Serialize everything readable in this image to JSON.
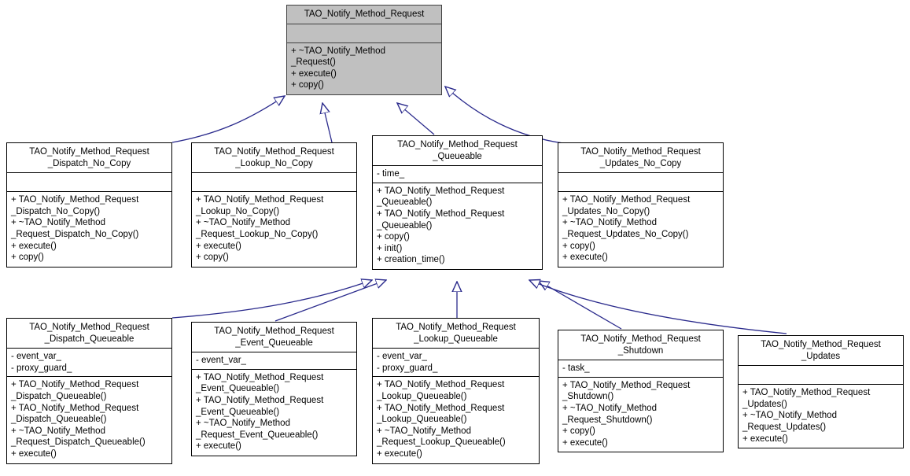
{
  "diagram": {
    "type": "uml-class-inheritance",
    "title": "TAO_Notify_Method_Request",
    "edge_color": "#2a2a8c",
    "base_fill": "#c0c0c0",
    "node_fill": "#ffffff",
    "border_color": "#000000"
  },
  "nodes": [
    {
      "id": "base",
      "name": "TAO_Notify_Method_Request",
      "attributes": "",
      "operations": "+ ~TAO_Notify_Method\n_Request()\n+ execute()\n+ copy()"
    },
    {
      "id": "dispatch_no_copy",
      "name": "TAO_Notify_Method_Request\n_Dispatch_No_Copy",
      "attributes": "",
      "operations": "+ TAO_Notify_Method_Request\n_Dispatch_No_Copy()\n+ ~TAO_Notify_Method\n_Request_Dispatch_No_Copy()\n+ execute()\n+ copy()"
    },
    {
      "id": "lookup_no_copy",
      "name": "TAO_Notify_Method_Request\n_Lookup_No_Copy",
      "attributes": "",
      "operations": "+ TAO_Notify_Method_Request\n_Lookup_No_Copy()\n+ ~TAO_Notify_Method\n_Request_Lookup_No_Copy()\n+ execute()\n+ copy()"
    },
    {
      "id": "queueable",
      "name": "TAO_Notify_Method_Request\n_Queueable",
      "attributes": "- time_",
      "operations": "+ TAO_Notify_Method_Request\n_Queueable()\n+ TAO_Notify_Method_Request\n_Queueable()\n+ copy()\n+ init()\n+ creation_time()"
    },
    {
      "id": "updates_no_copy",
      "name": "TAO_Notify_Method_Request\n_Updates_No_Copy",
      "attributes": "",
      "operations": "+ TAO_Notify_Method_Request\n_Updates_No_Copy()\n+ ~TAO_Notify_Method\n_Request_Updates_No_Copy()\n+ copy()\n+ execute()"
    },
    {
      "id": "dispatch_queueable",
      "name": "TAO_Notify_Method_Request\n_Dispatch_Queueable",
      "attributes": "- event_var_\n- proxy_guard_",
      "operations": "+ TAO_Notify_Method_Request\n_Dispatch_Queueable()\n+ TAO_Notify_Method_Request\n_Dispatch_Queueable()\n+ ~TAO_Notify_Method\n_Request_Dispatch_Queueable()\n+ execute()"
    },
    {
      "id": "event_queueable",
      "name": "TAO_Notify_Method_Request\n_Event_Queueable",
      "attributes": "- event_var_",
      "operations": "+ TAO_Notify_Method_Request\n_Event_Queueable()\n+ TAO_Notify_Method_Request\n_Event_Queueable()\n+ ~TAO_Notify_Method\n_Request_Event_Queueable()\n+ execute()"
    },
    {
      "id": "lookup_queueable",
      "name": "TAO_Notify_Method_Request\n_Lookup_Queueable",
      "attributes": "- event_var_\n- proxy_guard_",
      "operations": "+ TAO_Notify_Method_Request\n_Lookup_Queueable()\n+ TAO_Notify_Method_Request\n_Lookup_Queueable()\n+ ~TAO_Notify_Method\n_Request_Lookup_Queueable()\n+ execute()"
    },
    {
      "id": "shutdown",
      "name": "TAO_Notify_Method_Request\n_Shutdown",
      "attributes": "- task_",
      "operations": "+ TAO_Notify_Method_Request\n_Shutdown()\n+ ~TAO_Notify_Method\n_Request_Shutdown()\n+ copy()\n+ execute()"
    },
    {
      "id": "updates",
      "name": "TAO_Notify_Method_Request\n_Updates",
      "attributes": "",
      "operations": "+ TAO_Notify_Method_Request\n_Updates()\n+ ~TAO_Notify_Method\n_Request_Updates()\n+ execute()"
    }
  ],
  "edges": [
    {
      "from": "dispatch_no_copy",
      "to": "base",
      "kind": "inheritance"
    },
    {
      "from": "lookup_no_copy",
      "to": "base",
      "kind": "inheritance"
    },
    {
      "from": "queueable",
      "to": "base",
      "kind": "inheritance"
    },
    {
      "from": "updates_no_copy",
      "to": "base",
      "kind": "inheritance"
    },
    {
      "from": "dispatch_queueable",
      "to": "queueable",
      "kind": "inheritance"
    },
    {
      "from": "event_queueable",
      "to": "queueable",
      "kind": "inheritance"
    },
    {
      "from": "lookup_queueable",
      "to": "queueable",
      "kind": "inheritance"
    },
    {
      "from": "shutdown",
      "to": "queueable",
      "kind": "inheritance"
    },
    {
      "from": "updates",
      "to": "queueable",
      "kind": "inheritance"
    }
  ]
}
